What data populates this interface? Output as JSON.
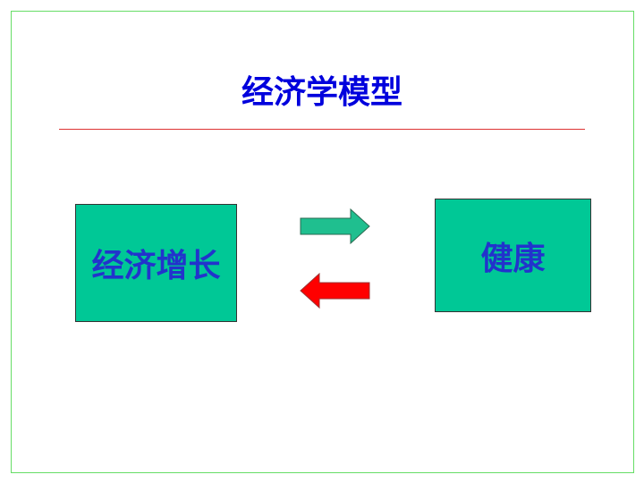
{
  "title": "经济学模型",
  "left_box": "经济增长",
  "right_box": "健康",
  "colors": {
    "box": "#00c896",
    "text": "#2233cc",
    "title": "#0000dd",
    "arrow_forward": "#1fbf8f",
    "arrow_back": "#ff0000",
    "rule": "#dd3333"
  }
}
